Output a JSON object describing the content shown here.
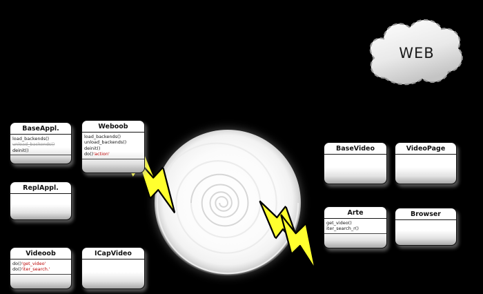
{
  "cloud": {
    "label": "WEB"
  },
  "boxes": {
    "baseappl": {
      "title": "BaseAppl.",
      "m1": "load_backends()",
      "m2": "unload_backends()",
      "m3": "deinit()"
    },
    "weboob": {
      "title": "Weboob",
      "m1": "load_backends()",
      "m2": "unload_backends()",
      "m3": "deinit()",
      "m4pre": "do()",
      "m4em": "'action'"
    },
    "replappl": {
      "title": "ReplAppl."
    },
    "videoob": {
      "title": "Videoob",
      "m1pre": "do()",
      "m1em": "'get_video'",
      "m2pre": "do()",
      "m2em": "'iter_search.'"
    },
    "icapvideo": {
      "title": "ICapVideo"
    },
    "basevideo": {
      "title": "BaseVideo"
    },
    "videopage": {
      "title": "VideoPage"
    },
    "arte": {
      "title": "Arte",
      "m1": "get_video()",
      "m2": "iter_search_r()"
    },
    "browser": {
      "title": "Browser"
    }
  },
  "colors": {
    "accent_red": "#bb0000",
    "bolt_yellow": "#ffff2e",
    "background": "#000000"
  }
}
